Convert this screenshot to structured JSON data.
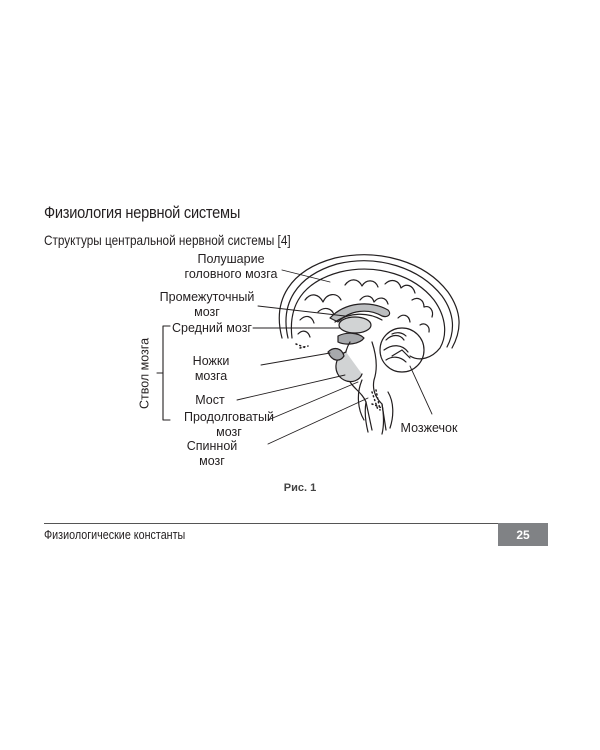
{
  "header": {
    "section_title": "Физиология нервной системы",
    "subtitle": "Структуры центральной нервной системы [4]"
  },
  "figure": {
    "labels": {
      "hemisphere": [
        "Полушарие",
        "головного мозга"
      ],
      "diencephalon": [
        "Промежуточный",
        "мозг"
      ],
      "midbrain": [
        "Средний мозг"
      ],
      "peduncles": [
        "Ножки",
        "мозга"
      ],
      "pons": [
        "Мост"
      ],
      "medulla": [
        "Продолговатый",
        "мозг"
      ],
      "spinal_cord": [
        "Спинной",
        "мозг"
      ],
      "cerebellum": [
        "Мозжечок"
      ],
      "brainstem_bracket": "Ствол мозга"
    },
    "caption": "Рис. 1"
  },
  "footer": {
    "text": "Физиологические константы",
    "page_number": "25"
  }
}
